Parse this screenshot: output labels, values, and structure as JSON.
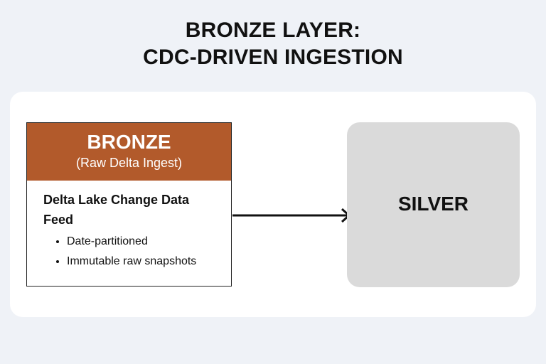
{
  "title": {
    "line1": "BRONZE LAYER:",
    "line2": "CDC-DRIVEN INGESTION"
  },
  "bronze": {
    "title": "BRONZE",
    "subtitle": "(Raw Delta Ingest)",
    "heading": "Delta Lake Change Data Feed",
    "bullets": [
      "Date-partitioned",
      "Immutable raw snapshots"
    ],
    "header_color": "#b25a2b"
  },
  "silver": {
    "label": "SILVER",
    "fill_color": "#dadada"
  },
  "colors": {
    "background": "#eff2f7",
    "panel": "#ffffff",
    "arrow": "#111111"
  }
}
